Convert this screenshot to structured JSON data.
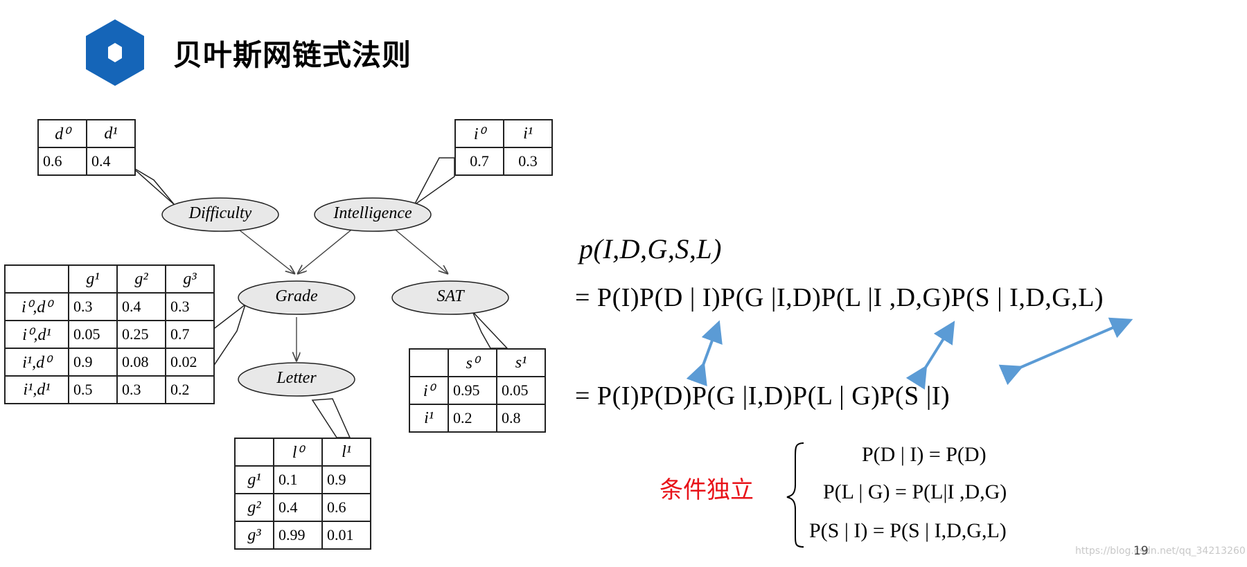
{
  "slide": {
    "title": "贝叶斯网链式法则",
    "page_number": "19",
    "watermark": "https://blog.csdn.net/qq_34213260",
    "accent_color": "#1565b8",
    "arrow_color": "#5b9bd5",
    "highlight_color": "#e8131a"
  },
  "nodes": {
    "difficulty": "Difficulty",
    "intelligence": "Intelligence",
    "grade": "Grade",
    "sat": "SAT",
    "letter": "Letter"
  },
  "cpd_difficulty": {
    "headers": [
      "d⁰",
      "d¹"
    ],
    "values": [
      "0.6",
      "0.4"
    ]
  },
  "cpd_intelligence": {
    "headers": [
      "i⁰",
      "i¹"
    ],
    "values": [
      "0.7",
      "0.3"
    ]
  },
  "cpd_grade": {
    "headers": [
      "",
      "g¹",
      "g²",
      "g³"
    ],
    "rows": [
      {
        "label": "i⁰,d⁰",
        "values": [
          "0.3",
          "0.4",
          "0.3"
        ]
      },
      {
        "label": "i⁰,d¹",
        "values": [
          "0.05",
          "0.25",
          "0.7"
        ]
      },
      {
        "label": "i¹,d⁰",
        "values": [
          "0.9",
          "0.08",
          "0.02"
        ]
      },
      {
        "label": "i¹,d¹",
        "values": [
          "0.5",
          "0.3",
          "0.2"
        ]
      }
    ]
  },
  "cpd_sat": {
    "headers": [
      "",
      "s⁰",
      "s¹"
    ],
    "rows": [
      {
        "label": "i⁰",
        "values": [
          "0.95",
          "0.05"
        ]
      },
      {
        "label": "i¹",
        "values": [
          "0.2",
          "0.8"
        ]
      }
    ]
  },
  "cpd_letter": {
    "headers": [
      "",
      "l⁰",
      "l¹"
    ],
    "rows": [
      {
        "label": "g¹",
        "values": [
          "0.1",
          "0.9"
        ]
      },
      {
        "label": "g²",
        "values": [
          "0.4",
          "0.6"
        ]
      },
      {
        "label": "g³",
        "values": [
          "0.99",
          "0.01"
        ]
      }
    ]
  },
  "equations": {
    "joint": "p(I,D,G,S,L)",
    "chain_rule": "= P(I)P(D | I)P(G |I,D)P(L |I ,D,G)P(S | I,D,G,L)",
    "factorized": "= P(I)P(D)P(G |I,D)P(L | G)P(S |I)"
  },
  "conditional_independence": {
    "label": "条件独立",
    "items": [
      "P(D | I) = P(D)",
      "P(L | G) = P(L|I ,D,G)",
      "P(S | I) = P(S | I,D,G,L)"
    ]
  }
}
